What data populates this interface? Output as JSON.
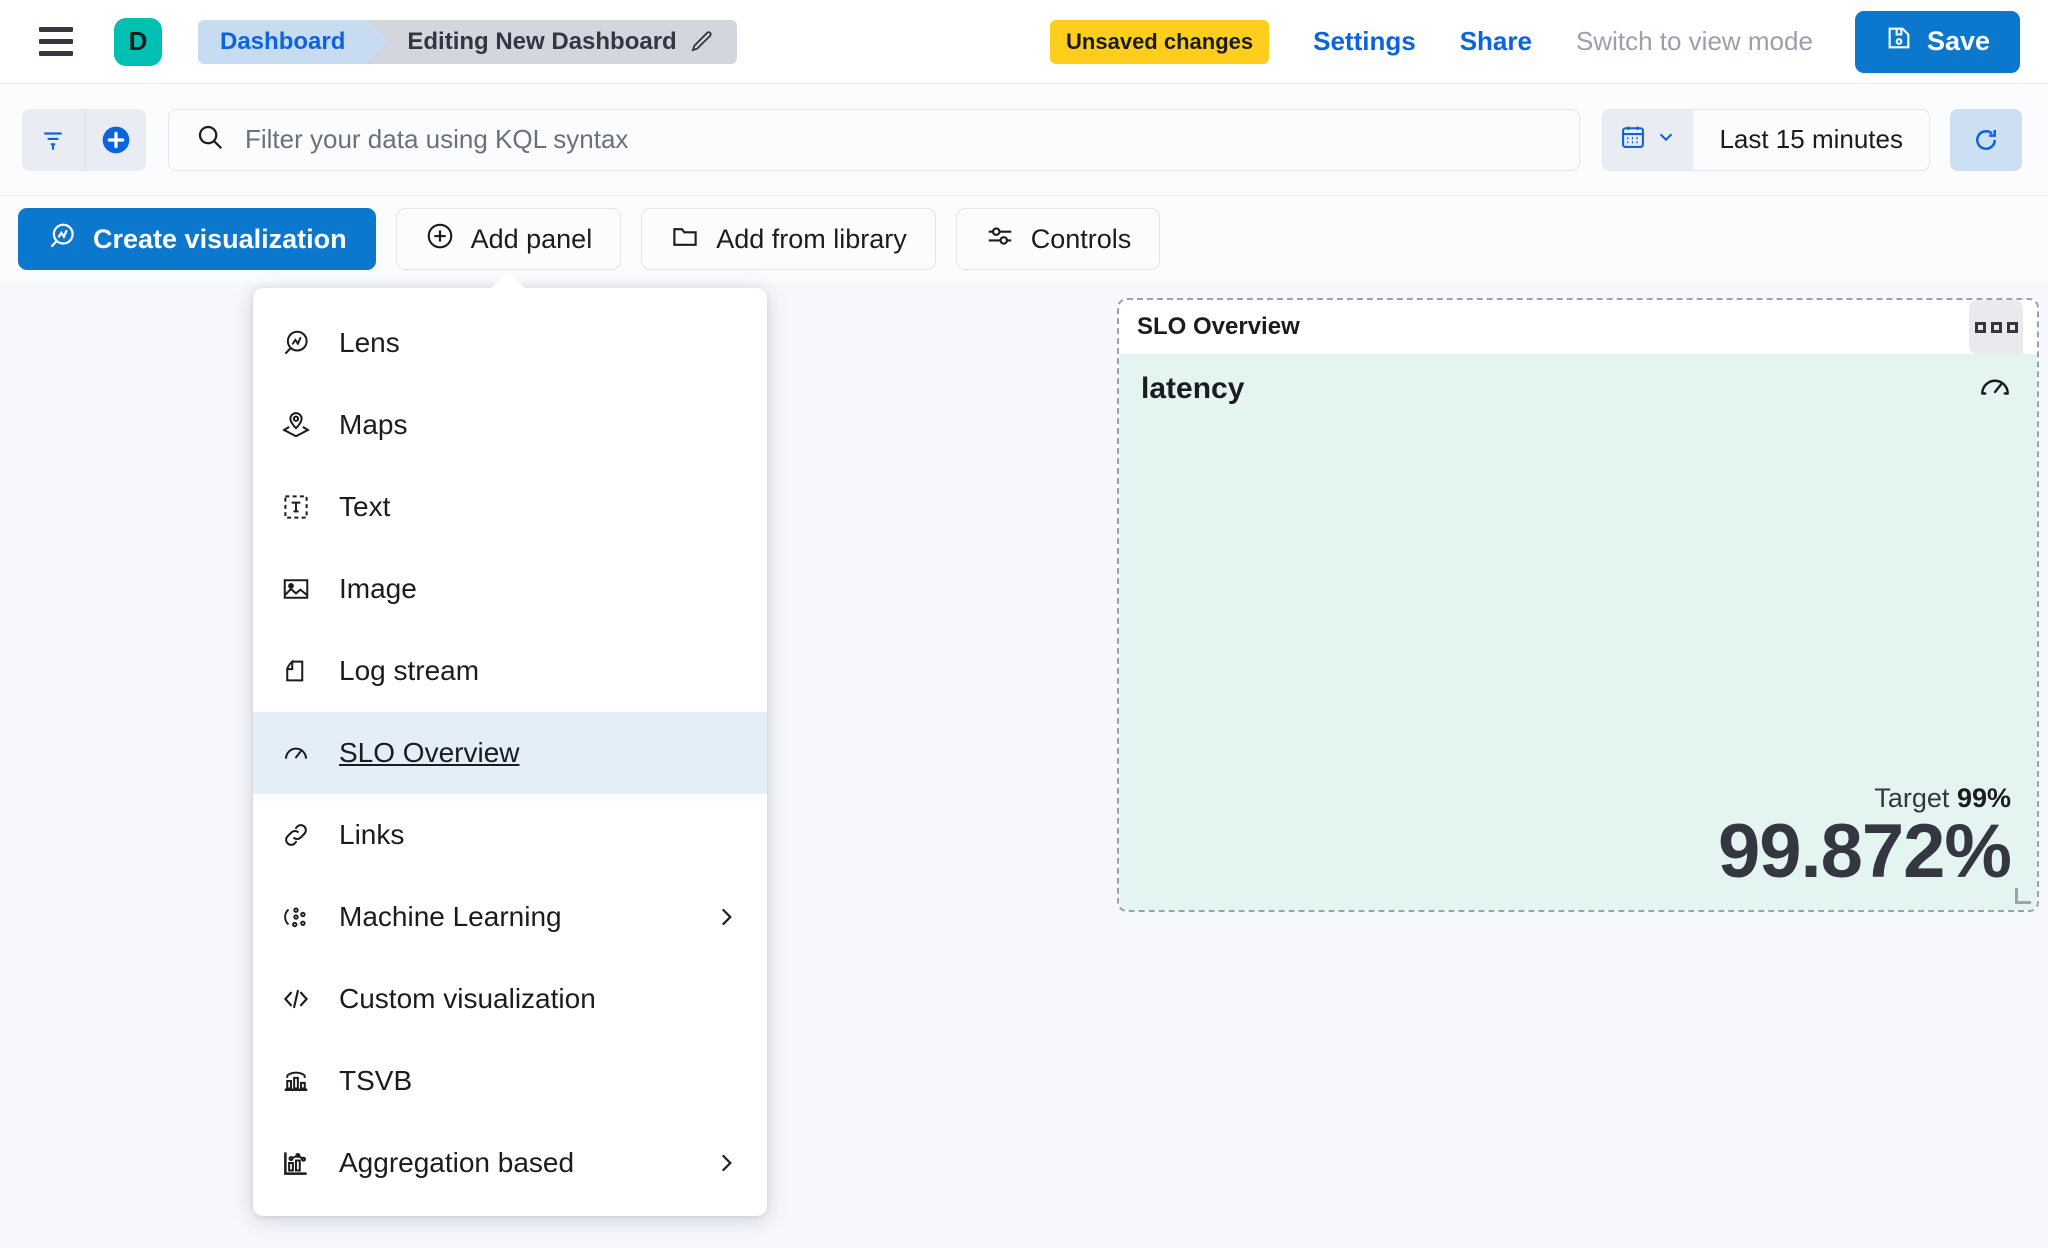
{
  "header": {
    "menu_icon": "hamburger-icon",
    "avatar_initial": "D",
    "avatar_color": "#00BFB3",
    "breadcrumb_root": "Dashboard",
    "breadcrumb_current": "Editing New Dashboard",
    "edit_icon": "pencil-icon",
    "unsaved_badge": "Unsaved changes",
    "unsaved_badge_color": "#FECE1F",
    "settings_link": "Settings",
    "share_link": "Share",
    "view_mode_link": "Switch to view mode",
    "save_label": "Save",
    "save_icon": "save-disk-icon",
    "accent_color": "#0B78CD"
  },
  "querybar": {
    "filter_icon": "filter-lines-icon",
    "add_filter_icon": "plus-circle-icon",
    "search_icon": "search-icon",
    "search_placeholder": "Filter your data using KQL syntax",
    "search_value": "",
    "calendar_icon": "calendar-icon",
    "chevron_icon": "chevron-down-icon",
    "time_range": "Last 15 minutes",
    "refresh_icon": "refresh-icon"
  },
  "toolbar": {
    "buttons": [
      {
        "label": "Create visualization",
        "icon": "lens-icon",
        "primary": true
      },
      {
        "label": "Add panel",
        "icon": "plus-circle-icon",
        "primary": false
      },
      {
        "label": "Add from library",
        "icon": "folder-icon",
        "primary": false
      },
      {
        "label": "Controls",
        "icon": "sliders-icon",
        "primary": false
      }
    ]
  },
  "add_panel_menu": {
    "items": [
      {
        "label": "Lens",
        "icon": "lens-icon",
        "submenu": false,
        "selected": false
      },
      {
        "label": "Maps",
        "icon": "map-marker-layers-icon",
        "submenu": false,
        "selected": false
      },
      {
        "label": "Text",
        "icon": "text-box-icon",
        "submenu": false,
        "selected": false
      },
      {
        "label": "Image",
        "icon": "image-icon",
        "submenu": false,
        "selected": false
      },
      {
        "label": "Log stream",
        "icon": "log-stream-icon",
        "submenu": false,
        "selected": false
      },
      {
        "label": "SLO Overview",
        "icon": "gauge-icon",
        "submenu": false,
        "selected": true
      },
      {
        "label": "Links",
        "icon": "link-icon",
        "submenu": false,
        "selected": false
      },
      {
        "label": "Machine Learning",
        "icon": "machine-learning-icon",
        "submenu": true,
        "selected": false
      },
      {
        "label": "Custom visualization",
        "icon": "code-icon",
        "submenu": false,
        "selected": false
      },
      {
        "label": "TSVB",
        "icon": "tsvb-chart-icon",
        "submenu": false,
        "selected": false
      },
      {
        "label": "Aggregation based",
        "icon": "aggregation-chart-icon",
        "submenu": true,
        "selected": false
      }
    ]
  },
  "panel": {
    "title": "SLO Overview",
    "context_menu_icon": "grid-dots-icon",
    "slo_name": "latency",
    "gauge_icon": "gauge-icon",
    "target_label": "Target",
    "target_value": "99%",
    "current_value": "99.872%",
    "body_color": "#E4F4F1",
    "resize_handle": "resize-corner-handle"
  }
}
